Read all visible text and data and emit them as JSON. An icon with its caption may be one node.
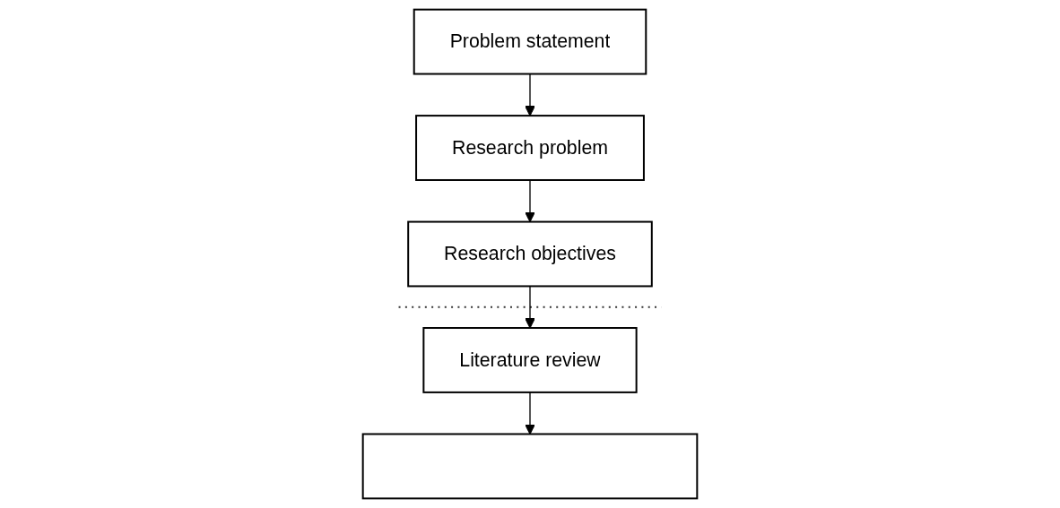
{
  "diagram": {
    "nodes": [
      {
        "text": [
          "Problem statement"
        ]
      },
      {
        "text": [
          "Research problem"
        ]
      },
      {
        "text": [
          "Research objectives"
        ]
      },
      {
        "text": [
          "Literature review"
        ]
      },
      {
        "text": [],
        "shape": "box"
      }
    ],
    "edges": [
      {
        "from": 0,
        "to": 1,
        "arrow": "to"
      },
      {
        "from": 1,
        "to": 2,
        "arrow": "to"
      },
      {
        "from": 2,
        "to": 3,
        "arrow": "to"
      },
      {
        "from": 3,
        "to": 4,
        "arrow": "to"
      }
    ]
  }
}
